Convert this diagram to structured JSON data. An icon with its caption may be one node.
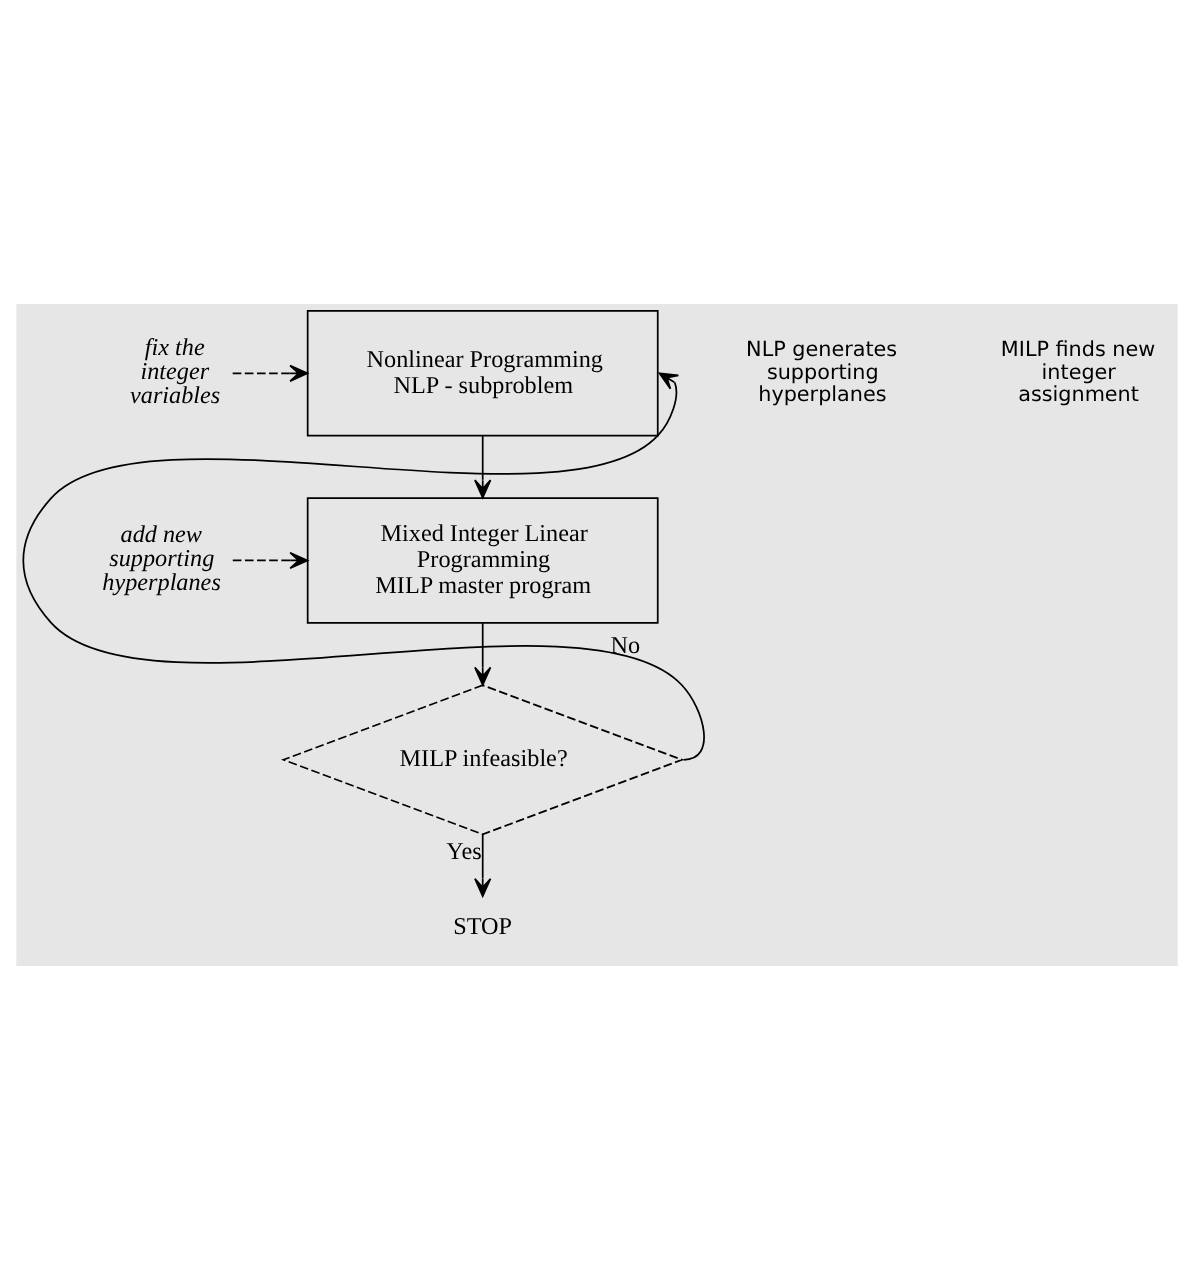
{
  "diagram": {
    "nodes": [
      {
        "text": [
          "Nonlinear Programming",
          "NLP - subproblem"
        ]
      },
      {
        "text": [
          "fix the integer variables"
        ]
      },
      {
        "text": [
          "Mixed Integer Linear Programming",
          "MILP master program"
        ]
      },
      {
        "text": [
          "add new supporting hyperplanes"
        ]
      },
      {
        "text": [
          "MILP infeasible?"
        ]
      },
      {
        "text": [
          "STOP"
        ]
      }
    ],
    "edges": [
      {
        "from": 1,
        "to": 0,
        "arrow": "to",
        "style": "dashed"
      },
      {
        "from": 0,
        "to": 2,
        "arrow": "to"
      },
      {
        "from": 3,
        "to": 2,
        "arrow": "to",
        "style": "dashed"
      },
      {
        "from": 2,
        "to": 4,
        "arrow": "to"
      },
      {
        "from": 4,
        "to": 0,
        "arrow": "to",
        "label": "No"
      },
      {
        "from": 4,
        "to": 5,
        "arrow": "to",
        "label": "Yes"
      }
    ],
    "labels": [
      "NLP generates supporting hyperplanes",
      "MILP finds new integer assignment"
    ]
  }
}
